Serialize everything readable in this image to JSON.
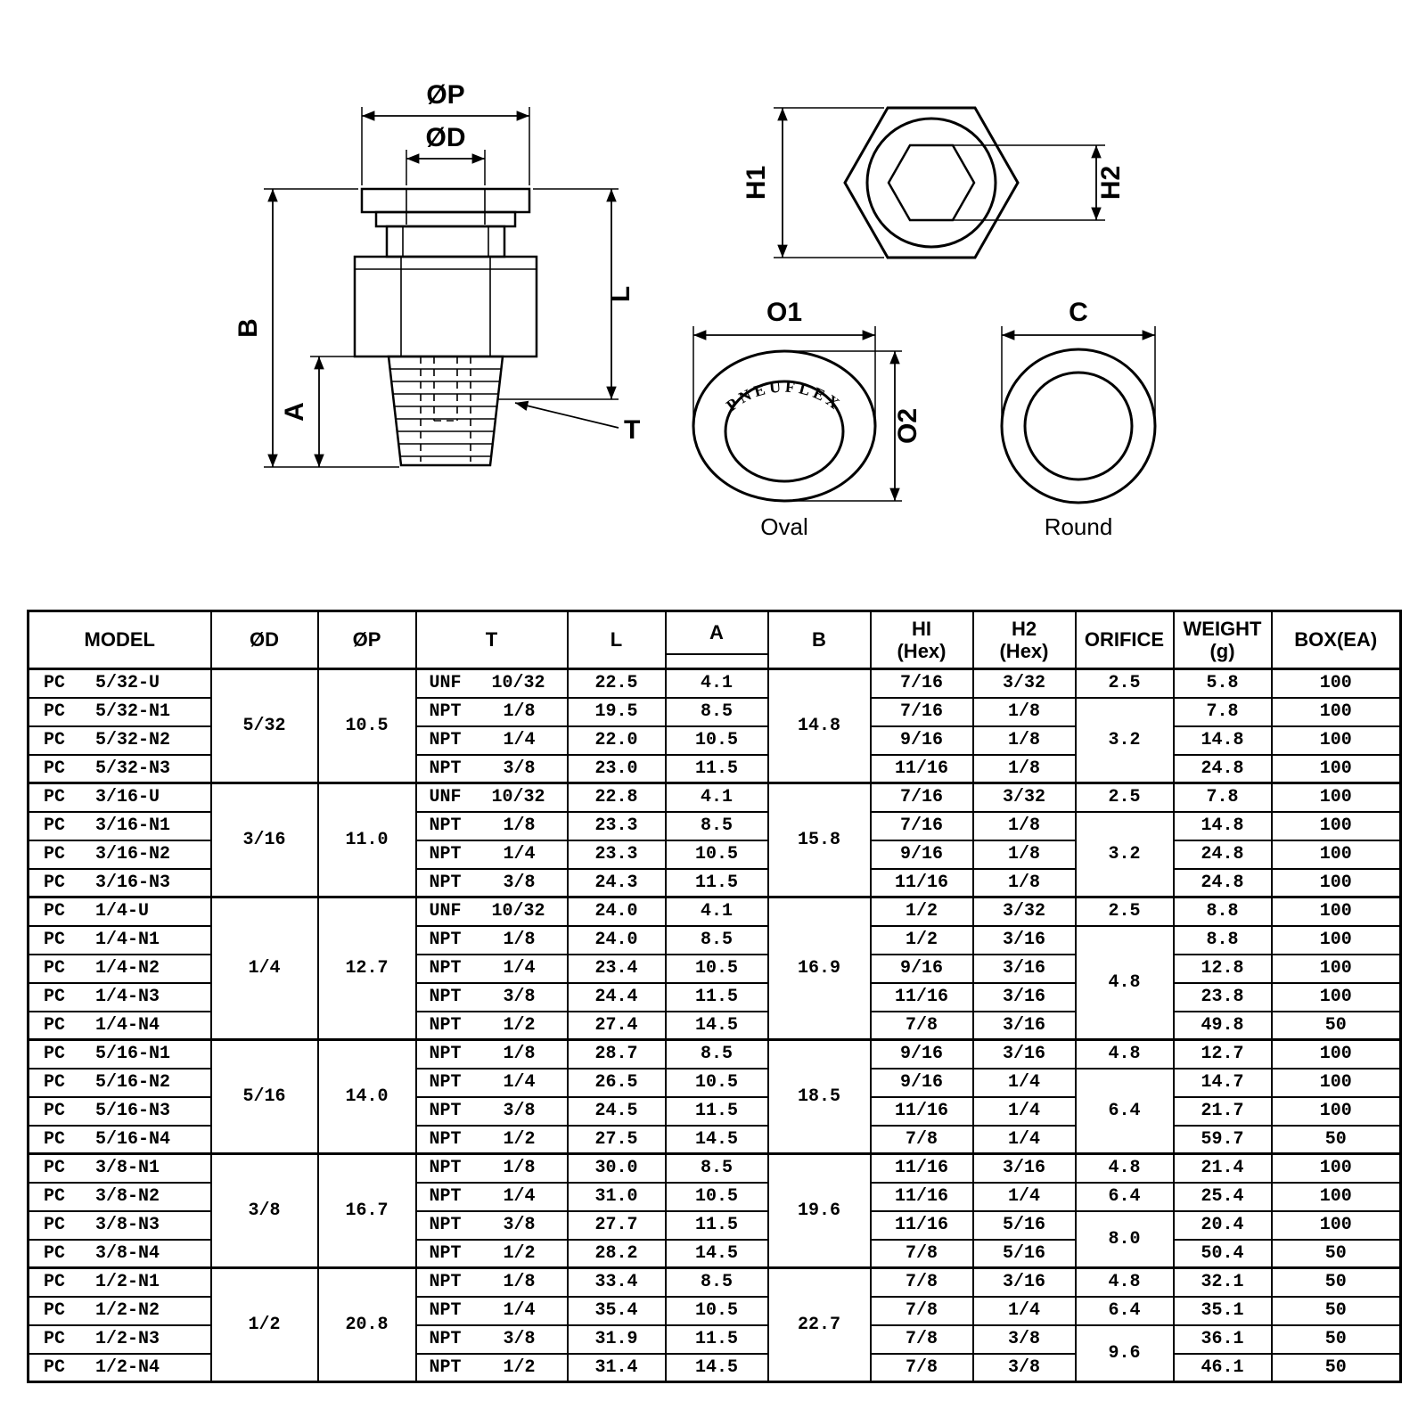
{
  "diagram": {
    "fitting": {
      "op": "ØP",
      "od": "ØD",
      "b": "B",
      "a": "A",
      "l": "L",
      "t": "T"
    },
    "hex_view": {
      "h1": "H1",
      "h2": "H2"
    },
    "oval_view": {
      "o1": "O1",
      "o2": "O2",
      "brand": "PNEUFLEX",
      "caption": "Oval"
    },
    "round_view": {
      "c": "C",
      "caption": "Round"
    }
  },
  "table": {
    "model_prefix": "PC",
    "headers": [
      "MODEL",
      "ØD",
      "ØP",
      "T",
      "L",
      "A",
      "B",
      "HI\n(Hex)",
      "H2\n(Hex)",
      "ORIFICE",
      "WEIGHT\n(g)",
      "BOX(EA)"
    ],
    "groups": [
      {
        "od": "5/32",
        "op": "10.5",
        "b": "14.8",
        "rows": [
          {
            "model": "5/32-U",
            "t_type": "UNF",
            "t_size": "10/32",
            "l": "22.5",
            "a": "4.1",
            "h1": "7/16",
            "h2": "3/32",
            "orifice": {
              "value": "2.5",
              "span": 1
            },
            "weight": "5.8",
            "box": "100"
          },
          {
            "model": "5/32-N1",
            "t_type": "NPT",
            "t_size": "1/8",
            "l": "19.5",
            "a": "8.5",
            "h1": "7/16",
            "h2": "1/8",
            "orifice": {
              "value": "3.2",
              "span": 3
            },
            "weight": "7.8",
            "box": "100"
          },
          {
            "model": "5/32-N2",
            "t_type": "NPT",
            "t_size": "1/4",
            "l": "22.0",
            "a": "10.5",
            "h1": "9/16",
            "h2": "1/8",
            "orifice": null,
            "weight": "14.8",
            "box": "100"
          },
          {
            "model": "5/32-N3",
            "t_type": "NPT",
            "t_size": "3/8",
            "l": "23.0",
            "a": "11.5",
            "h1": "11/16",
            "h2": "1/8",
            "orifice": null,
            "weight": "24.8",
            "box": "100"
          }
        ]
      },
      {
        "od": "3/16",
        "op": "11.0",
        "b": "15.8",
        "rows": [
          {
            "model": "3/16-U",
            "t_type": "UNF",
            "t_size": "10/32",
            "l": "22.8",
            "a": "4.1",
            "h1": "7/16",
            "h2": "3/32",
            "orifice": {
              "value": "2.5",
              "span": 1
            },
            "weight": "7.8",
            "box": "100"
          },
          {
            "model": "3/16-N1",
            "t_type": "NPT",
            "t_size": "1/8",
            "l": "23.3",
            "a": "8.5",
            "h1": "7/16",
            "h2": "1/8",
            "orifice": {
              "value": "3.2",
              "span": 3
            },
            "weight": "14.8",
            "box": "100"
          },
          {
            "model": "3/16-N2",
            "t_type": "NPT",
            "t_size": "1/4",
            "l": "23.3",
            "a": "10.5",
            "h1": "9/16",
            "h2": "1/8",
            "orifice": null,
            "weight": "24.8",
            "box": "100"
          },
          {
            "model": "3/16-N3",
            "t_type": "NPT",
            "t_size": "3/8",
            "l": "24.3",
            "a": "11.5",
            "h1": "11/16",
            "h2": "1/8",
            "orifice": null,
            "weight": "24.8",
            "box": "100"
          }
        ]
      },
      {
        "od": "1/4",
        "op": "12.7",
        "b": "16.9",
        "rows": [
          {
            "model": "1/4-U",
            "t_type": "UNF",
            "t_size": "10/32",
            "l": "24.0",
            "a": "4.1",
            "h1": "1/2",
            "h2": "3/32",
            "orifice": {
              "value": "2.5",
              "span": 1
            },
            "weight": "8.8",
            "box": "100"
          },
          {
            "model": "1/4-N1",
            "t_type": "NPT",
            "t_size": "1/8",
            "l": "24.0",
            "a": "8.5",
            "h1": "1/2",
            "h2": "3/16",
            "orifice": {
              "value": "4.8",
              "span": 4
            },
            "weight": "8.8",
            "box": "100"
          },
          {
            "model": "1/4-N2",
            "t_type": "NPT",
            "t_size": "1/4",
            "l": "23.4",
            "a": "10.5",
            "h1": "9/16",
            "h2": "3/16",
            "orifice": null,
            "weight": "12.8",
            "box": "100"
          },
          {
            "model": "1/4-N3",
            "t_type": "NPT",
            "t_size": "3/8",
            "l": "24.4",
            "a": "11.5",
            "h1": "11/16",
            "h2": "3/16",
            "orifice": null,
            "weight": "23.8",
            "box": "100"
          },
          {
            "model": "1/4-N4",
            "t_type": "NPT",
            "t_size": "1/2",
            "l": "27.4",
            "a": "14.5",
            "h1": "7/8",
            "h2": "3/16",
            "orifice": null,
            "weight": "49.8",
            "box": "50"
          }
        ]
      },
      {
        "od": "5/16",
        "op": "14.0",
        "b": "18.5",
        "rows": [
          {
            "model": "5/16-N1",
            "t_type": "NPT",
            "t_size": "1/8",
            "l": "28.7",
            "a": "8.5",
            "h1": "9/16",
            "h2": "3/16",
            "orifice": {
              "value": "4.8",
              "span": 1
            },
            "weight": "12.7",
            "box": "100"
          },
          {
            "model": "5/16-N2",
            "t_type": "NPT",
            "t_size": "1/4",
            "l": "26.5",
            "a": "10.5",
            "h1": "9/16",
            "h2": "1/4",
            "orifice": {
              "value": "6.4",
              "span": 3
            },
            "weight": "14.7",
            "box": "100"
          },
          {
            "model": "5/16-N3",
            "t_type": "NPT",
            "t_size": "3/8",
            "l": "24.5",
            "a": "11.5",
            "h1": "11/16",
            "h2": "1/4",
            "orifice": null,
            "weight": "21.7",
            "box": "100"
          },
          {
            "model": "5/16-N4",
            "t_type": "NPT",
            "t_size": "1/2",
            "l": "27.5",
            "a": "14.5",
            "h1": "7/8",
            "h2": "1/4",
            "orifice": null,
            "weight": "59.7",
            "box": "50"
          }
        ]
      },
      {
        "od": "3/8",
        "op": "16.7",
        "b": "19.6",
        "rows": [
          {
            "model": "3/8-N1",
            "t_type": "NPT",
            "t_size": "1/8",
            "l": "30.0",
            "a": "8.5",
            "h1": "11/16",
            "h2": "3/16",
            "orifice": {
              "value": "4.8",
              "span": 1
            },
            "weight": "21.4",
            "box": "100"
          },
          {
            "model": "3/8-N2",
            "t_type": "NPT",
            "t_size": "1/4",
            "l": "31.0",
            "a": "10.5",
            "h1": "11/16",
            "h2": "1/4",
            "orifice": {
              "value": "6.4",
              "span": 1
            },
            "weight": "25.4",
            "box": "100"
          },
          {
            "model": "3/8-N3",
            "t_type": "NPT",
            "t_size": "3/8",
            "l": "27.7",
            "a": "11.5",
            "h1": "11/16",
            "h2": "5/16",
            "orifice": {
              "value": "8.0",
              "span": 2
            },
            "weight": "20.4",
            "box": "100"
          },
          {
            "model": "3/8-N4",
            "t_type": "NPT",
            "t_size": "1/2",
            "l": "28.2",
            "a": "14.5",
            "h1": "7/8",
            "h2": "5/16",
            "orifice": null,
            "weight": "50.4",
            "box": "50"
          }
        ]
      },
      {
        "od": "1/2",
        "op": "20.8",
        "b": "22.7",
        "rows": [
          {
            "model": "1/2-N1",
            "t_type": "NPT",
            "t_size": "1/8",
            "l": "33.4",
            "a": "8.5",
            "h1": "7/8",
            "h2": "3/16",
            "orifice": {
              "value": "4.8",
              "span": 1
            },
            "weight": "32.1",
            "box": "50"
          },
          {
            "model": "1/2-N2",
            "t_type": "NPT",
            "t_size": "1/4",
            "l": "35.4",
            "a": "10.5",
            "h1": "7/8",
            "h2": "1/4",
            "orifice": {
              "value": "6.4",
              "span": 1
            },
            "weight": "35.1",
            "box": "50"
          },
          {
            "model": "1/2-N3",
            "t_type": "NPT",
            "t_size": "3/8",
            "l": "31.9",
            "a": "11.5",
            "h1": "7/8",
            "h2": "3/8",
            "orifice": {
              "value": "9.6",
              "span": 2
            },
            "weight": "36.1",
            "box": "50"
          },
          {
            "model": "1/2-N4",
            "t_type": "NPT",
            "t_size": "1/2",
            "l": "31.4",
            "a": "14.5",
            "h1": "7/8",
            "h2": "3/8",
            "orifice": null,
            "weight": "46.1",
            "box": "50"
          }
        ]
      }
    ]
  }
}
